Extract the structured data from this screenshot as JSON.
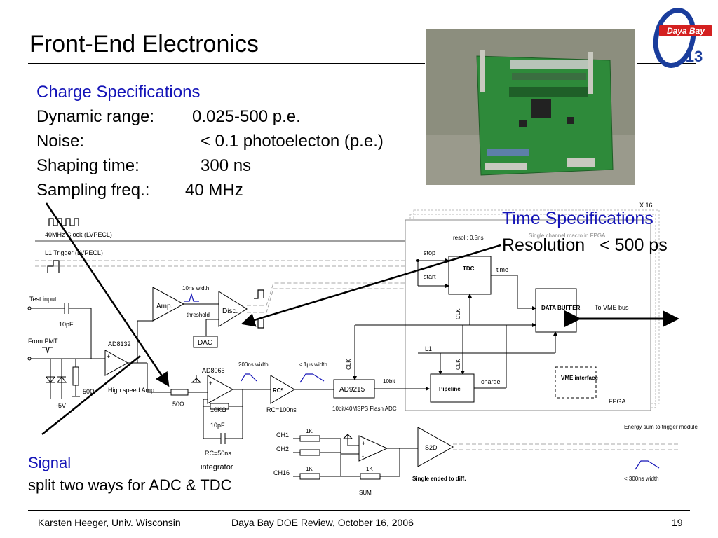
{
  "slide": {
    "title": "Front-End Electronics",
    "page_number": "19"
  },
  "charge_specs": {
    "heading": "Charge Specifications",
    "rows": [
      {
        "label": "Dynamic range:",
        "value": "0.025-500 p.e."
      },
      {
        "label": "Noise:",
        "value": "< 0.1 photoelecton (p.e.)"
      },
      {
        "label": "Shaping time:",
        "value": "300 ns"
      },
      {
        "label": "Sampling freq.:",
        "value": "40 MHz"
      }
    ]
  },
  "time_specs": {
    "heading": "Time Specifications",
    "resolution_label": "Resolution",
    "resolution_value": "< 500 ps"
  },
  "signal_note": {
    "heading": "Signal",
    "text": "split two ways for ADC & TDC"
  },
  "logo": {
    "text": "Daya Bay",
    "number": "13"
  },
  "diagram": {
    "x16": "X 16",
    "clock": "40MHz Clock (LVPECL)",
    "trigger": "L1 Trigger (LVPECL)",
    "test_input": "Test input",
    "cap_10pf": "10pF",
    "from_pmt": "From PMT",
    "ad8132": "AD8132",
    "r50": "50Ω",
    "minus5v": "-5V",
    "high_speed_amp": "High speed Amp.",
    "r50b": "50Ω",
    "amp": "Amp.",
    "disc": "Disc.",
    "width_10ns": "10ns width",
    "threshold": "threshold",
    "dac": "DAC",
    "ad8065": "AD8065",
    "width_200ns": "200ns width",
    "width_1us": "< 1µs width",
    "rc2": "RC²",
    "rc100": "RC=100ns",
    "r10k": "10KΩ",
    "cap2": "10pF",
    "rc50": "RC=50ns",
    "integrator": "integrator",
    "ad9215": "AD9215",
    "adc_desc": "10bit/40MSPS Flash ADC",
    "bits": "10bit",
    "clk": "CLK",
    "resol": "resol.: 0.5ns",
    "macro": "Single channel macro in FPGA",
    "stop": "stop",
    "start": "start",
    "tdc": "TDC",
    "time": "time",
    "data_buffer": "DATA BUFFER",
    "to_vme": "To VME bus",
    "l1": "L1",
    "pipeline": "Pipeline",
    "charge": "charge",
    "vme_iface": "VME interface",
    "fpga": "FPGA",
    "ch1": "CH1",
    "ch2": "CH2",
    "ch16": "CH16",
    "r1k": "1K",
    "s2d": "S2D",
    "single_ended": "Single ended to diff.",
    "sum": "SUM",
    "energy_sum": "Energy sum to trigger module",
    "width_300ns": "< 300ns width"
  },
  "footer": {
    "author": "Karsten Heeger, Univ. Wisconsin",
    "event": "Daya Bay DOE Review, October  16, 2006"
  },
  "colors": {
    "accent_blue": "#1515b8",
    "logo_red": "#d42020",
    "logo_blue": "#1a3d9c",
    "board_green": "#2e8a3a"
  }
}
